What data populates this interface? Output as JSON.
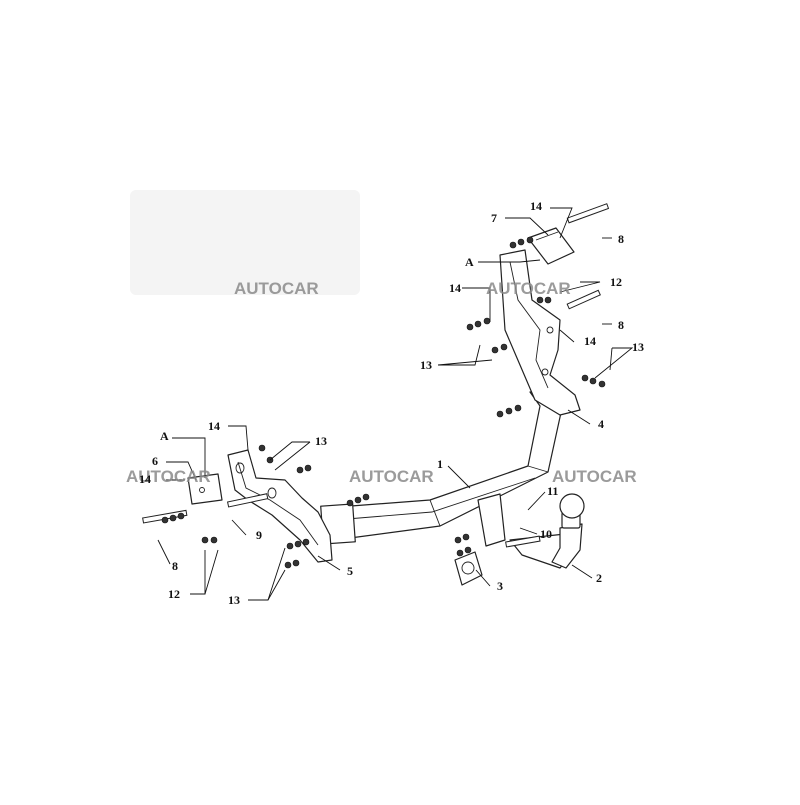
{
  "watermark": "AUTOCAR",
  "callouts": {
    "p1": "1",
    "p2": "2",
    "p3": "3",
    "p4": "4",
    "p5": "5",
    "p6": "6",
    "p7": "7",
    "p8": "8",
    "p9": "9",
    "p10": "10",
    "p11": "11",
    "p12": "12",
    "p13": "13",
    "p14": "14",
    "detail": "A"
  },
  "colors": {
    "line": "#222222",
    "label": "#111111",
    "watermark": "#8a8a8a"
  }
}
